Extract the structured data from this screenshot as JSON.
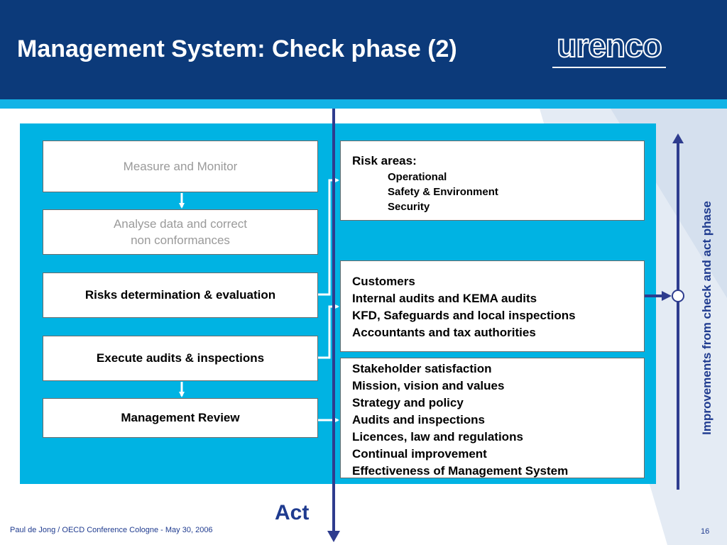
{
  "header": {
    "title": "Management System: Check phase (2)",
    "logo_text": "urenco",
    "bg_color": "#0c3a7a",
    "accent_color": "#12b3e6"
  },
  "left_steps": [
    {
      "label": "Measure and Monitor",
      "state": "muted"
    },
    {
      "label_line1": "Analyse data and correct",
      "label_line2": "non conformances",
      "state": "muted"
    },
    {
      "label": "Risks determination & evaluation",
      "state": "active"
    },
    {
      "label": "Execute audits & inspections",
      "state": "active"
    },
    {
      "label": "Management Review",
      "state": "active"
    }
  ],
  "right_boxes": {
    "risk": {
      "heading": "Risk areas:",
      "items": [
        "Operational",
        "Safety & Environment",
        "Security"
      ]
    },
    "audits": {
      "lines": [
        "Customers",
        "Internal audits and KEMA audits",
        "KFD, Safeguards and local inspections",
        "Accountants and tax authorities"
      ]
    },
    "review": {
      "lines": [
        "Stakeholder satisfaction",
        "Mission, vision and values",
        "Strategy and policy",
        "Audits and inspections",
        "Licences, law and regulations",
        "Continual improvement",
        "Effectiveness of Management System"
      ]
    }
  },
  "act_label": "Act",
  "side_label": "Improvements from check and act phase",
  "footer": {
    "credit": "Paul de Jong / OECD Conference Cologne - May 30, 2006",
    "page_number": "16"
  },
  "icons": [
    "down-arrow-icon",
    "right-arrow-icon",
    "up-arrow-icon",
    "circle-node-icon"
  ]
}
